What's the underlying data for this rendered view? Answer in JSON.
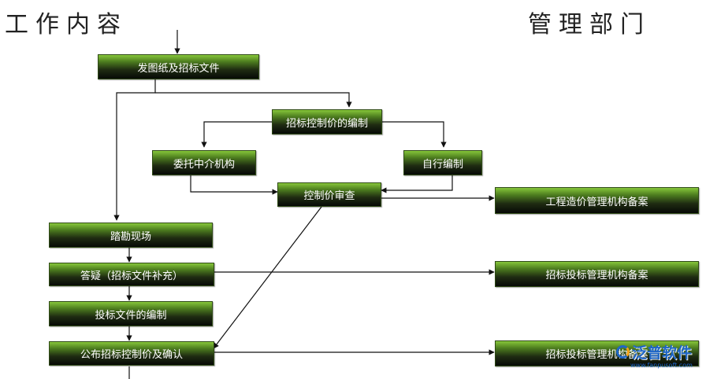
{
  "headings": {
    "left": "工作内容",
    "right": "管理部门"
  },
  "boxes": {
    "issue_drawings": "发图纸及招标文件",
    "compile_control_price": "招标控制价的编制",
    "entrust_agency": "委托中介机构",
    "self_compile": "自行编制",
    "review_control_price": "控制价审查",
    "cost_mgmt_filing": "工程造价管理机构备案",
    "site_survey": "踏勘现场",
    "qa_supplement": "答疑（招标文件补充）",
    "bid_mgmt_filing_1": "招标投标管理机构备案",
    "bid_doc_compile": "投标文件的编制",
    "publish_confirm": "公布招标控制价及确认",
    "bid_mgmt_filing_2": "招标投标管理机构备案"
  },
  "watermark": {
    "brand": "泛普软件",
    "url": "www.fanpusoft.com"
  }
}
